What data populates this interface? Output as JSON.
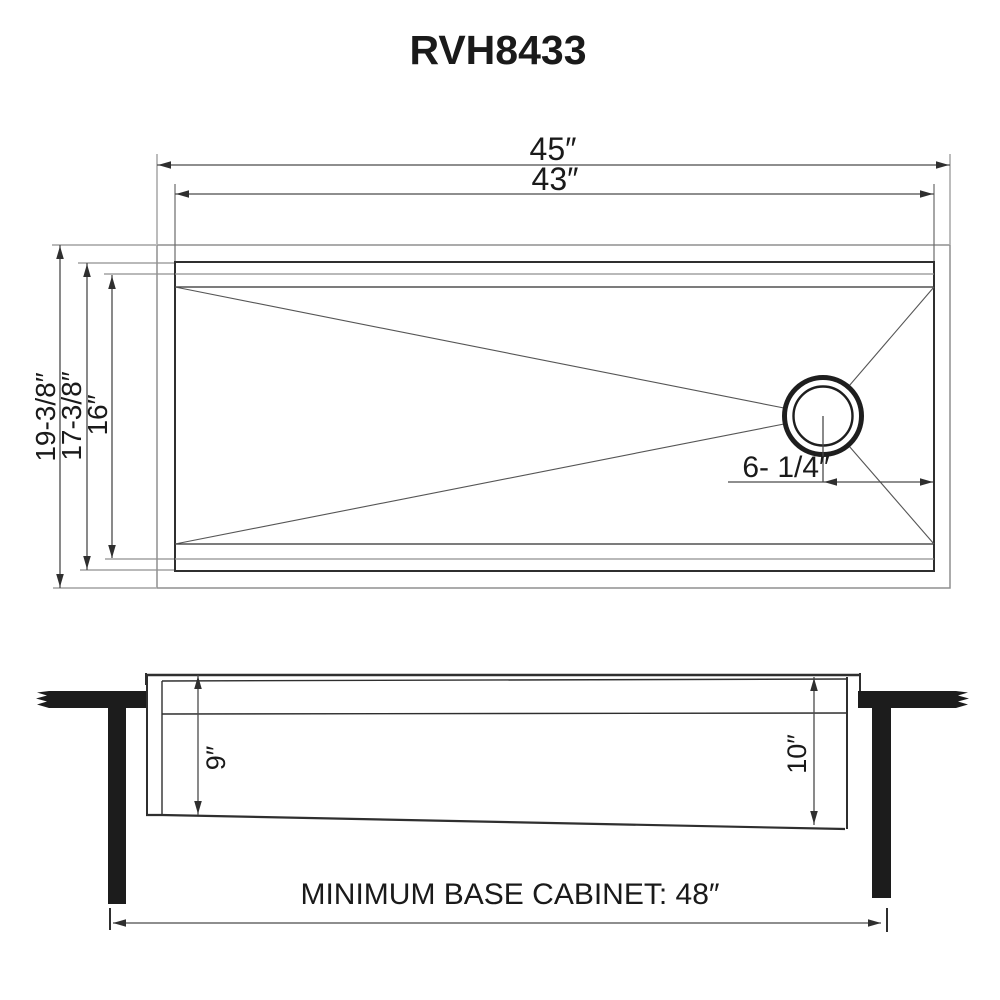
{
  "title": "RVH8433",
  "top_view": {
    "overall_width": "45″",
    "bowl_width": "43″",
    "overall_depth": "19-3/8″",
    "rim_depth": "17-3/8″",
    "bowl_depth": "16″",
    "drain_offset": "6- 1/4″"
  },
  "side_view": {
    "left_depth": "9″",
    "right_depth": "10″",
    "base_cabinet_note": "MINIMUM BASE CABINET: 48″"
  },
  "colors": {
    "line_dark": "#2f2f2f",
    "line_gray": "#8f8f8f",
    "dimension_line": "#4a4a4a",
    "solid_fill": "#1c1c1c",
    "text": "#1a1a1a",
    "background": "#ffffff"
  }
}
